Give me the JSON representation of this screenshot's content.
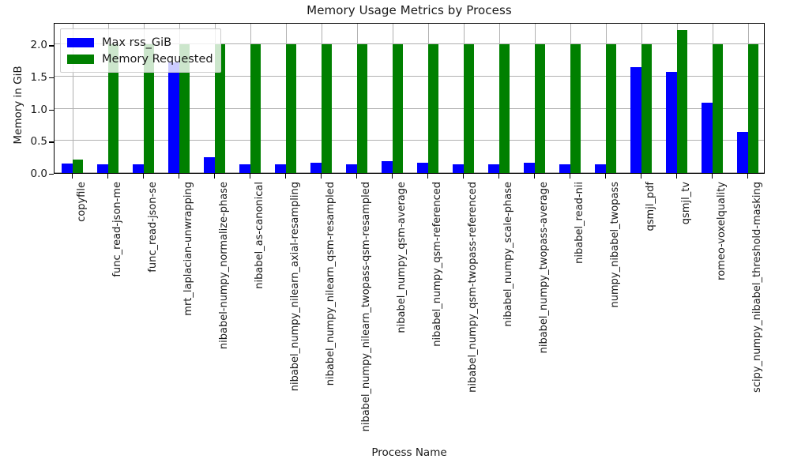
{
  "chart_data": {
    "type": "bar",
    "title": "Memory Usage Metrics by Process",
    "xlabel": "Process Name",
    "ylabel": "Memory in GiB",
    "ylim": [
      0.0,
      2.35
    ],
    "yticks": [
      "0.0",
      "0.5",
      "1.0",
      "1.5",
      "2.0"
    ],
    "ytick_values": [
      0.0,
      0.5,
      1.0,
      1.5,
      2.0
    ],
    "grid": true,
    "legend_position": "upper left",
    "colors": {
      "max_rss": "#0000ff",
      "memory_requested": "#008000"
    },
    "categories": [
      "copyfile",
      "func_read-json-me",
      "func_read-json-se",
      "mrt_laplacian-unwrapping",
      "nibabel-numpy_normalize-phase",
      "nibabel_as-canonical",
      "nibabel_numpy_nilearn_axial-resampling",
      "nibabel_numpy_nilearn_qsm-resampled",
      "nibabel_numpy_nilearn_twopass-qsm-resampled",
      "nibabel_numpy_qsm-average",
      "nibabel_numpy_qsm-referenced",
      "nibabel_numpy_qsm-twopass-referenced",
      "nibabel_numpy_scale-phase",
      "nibabel_numpy_twopass-average",
      "nibabel_read-nii",
      "numpy_nibabel_twopass",
      "qsmjl_pdf",
      "qsmjl_tv",
      "romeo-voxelquality",
      "scipy_numpy_nibabel_threshold-masking"
    ],
    "series": [
      {
        "name": "Max rss_GiB",
        "color": "#0000ff",
        "values": [
          0.145,
          0.14,
          0.14,
          1.72,
          0.25,
          0.14,
          0.14,
          0.16,
          0.14,
          0.19,
          0.16,
          0.14,
          0.14,
          0.16,
          0.14,
          0.14,
          1.65,
          1.58,
          1.1,
          0.64
        ]
      },
      {
        "name": "Memory Requested",
        "color": "#008000",
        "values": [
          0.21,
          2.0,
          2.0,
          2.0,
          2.0,
          2.0,
          2.0,
          2.0,
          2.0,
          2.0,
          2.0,
          2.0,
          2.0,
          2.0,
          2.0,
          2.0,
          2.0,
          2.23,
          2.0,
          2.0
        ]
      }
    ]
  },
  "legend": {
    "entries": [
      {
        "label": "Max rss_GiB",
        "swatch": "blue"
      },
      {
        "label": "Memory Requested",
        "swatch": "green"
      }
    ]
  }
}
